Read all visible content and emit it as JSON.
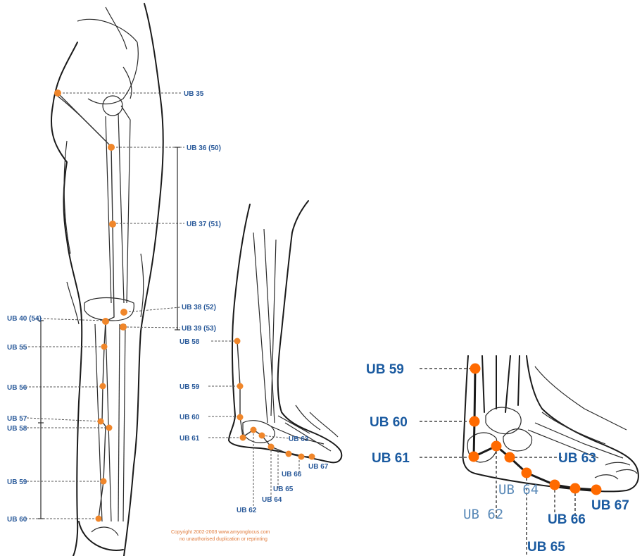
{
  "left_diagram": {
    "labels": [
      "UB 35",
      "UB 36 (50)",
      "UB 37 (51)",
      "UB 38 (52)",
      "UB 39 (53)",
      "UB 40 (54)",
      "UB 55",
      "UB 56",
      "UB 57",
      "UB 58",
      "UB 59",
      "UB 60"
    ]
  },
  "middle_diagram": {
    "labels": [
      "UB 58",
      "UB 59",
      "UB 60",
      "UB 61",
      "UB 63",
      "UB 67",
      "UB 66",
      "UB 65",
      "UB 64",
      "UB 62"
    ],
    "copyright_line1": "Copyright 2002-2003 www.amyonglocus.com",
    "copyright_line2": "no unauthorised duplication or reprinting"
  },
  "right_diagram": {
    "labels": [
      "UB 59",
      "UB 60",
      "UB 61",
      "UB 63",
      "UB 64",
      "UB 62",
      "UB 66",
      "UB 67",
      "UB 65"
    ]
  },
  "colors": {
    "point": "#f0862a",
    "label_blue": "#1a5aa0",
    "label_gray_blue": "#5a8ab8"
  }
}
